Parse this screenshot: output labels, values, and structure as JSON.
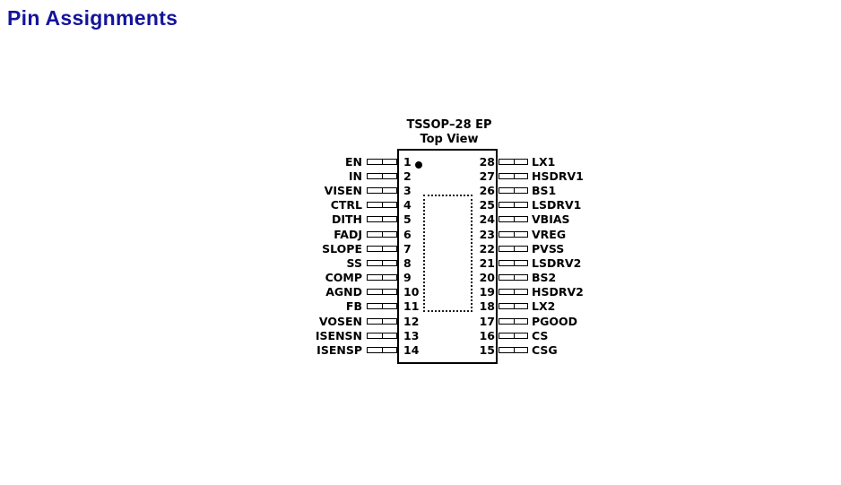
{
  "heading": "Pin Assignments",
  "colors": {
    "heading": "#14149B",
    "diagram_lines": "#000000"
  },
  "chip": {
    "package": "TSSOP–28 EP",
    "view": "Top View",
    "pin1_indicator": "filled-dot",
    "pins_left": [
      {
        "num": "1",
        "label": "EN"
      },
      {
        "num": "2",
        "label": "IN"
      },
      {
        "num": "3",
        "label": "VISEN"
      },
      {
        "num": "4",
        "label": "CTRL"
      },
      {
        "num": "5",
        "label": "DITH"
      },
      {
        "num": "6",
        "label": "FADJ"
      },
      {
        "num": "7",
        "label": "SLOPE"
      },
      {
        "num": "8",
        "label": "SS"
      },
      {
        "num": "9",
        "label": "COMP"
      },
      {
        "num": "10",
        "label": "AGND"
      },
      {
        "num": "11",
        "label": "FB"
      },
      {
        "num": "12",
        "label": "VOSEN"
      },
      {
        "num": "13",
        "label": "ISENSN"
      },
      {
        "num": "14",
        "label": "ISENSP"
      }
    ],
    "pins_right": [
      {
        "num": "28",
        "label": "LX1"
      },
      {
        "num": "27",
        "label": "HSDRV1"
      },
      {
        "num": "26",
        "label": "BS1"
      },
      {
        "num": "25",
        "label": "LSDRV1"
      },
      {
        "num": "24",
        "label": "VBIAS"
      },
      {
        "num": "23",
        "label": "VREG"
      },
      {
        "num": "22",
        "label": "PVSS"
      },
      {
        "num": "21",
        "label": "LSDRV2"
      },
      {
        "num": "20",
        "label": "BS2"
      },
      {
        "num": "19",
        "label": "HSDRV2"
      },
      {
        "num": "18",
        "label": "LX2"
      },
      {
        "num": "17",
        "label": "PGOOD"
      },
      {
        "num": "16",
        "label": "CS"
      },
      {
        "num": "15",
        "label": "CSG"
      }
    ]
  }
}
